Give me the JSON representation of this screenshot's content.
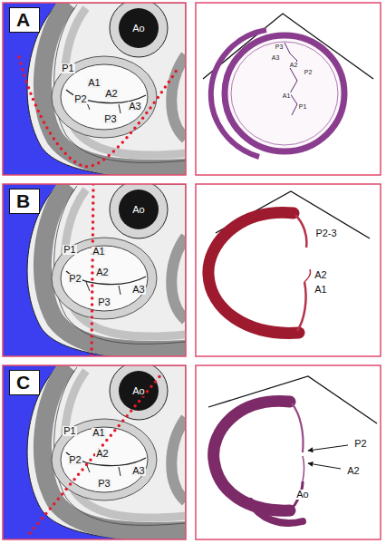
{
  "diagram": {
    "nodes": [
      {
        "text": [
          "A"
        ]
      },
      {
        "text": [
          "B"
        ]
      },
      {
        "text": [
          "C"
        ]
      }
    ],
    "labels": [
      "Ao",
      "P1",
      "A1",
      "A2",
      "P2",
      "A3",
      "P3",
      "P3",
      "A3",
      "A2",
      "P2",
      "A1",
      "P1",
      "Ao",
      "P1",
      "A1",
      "A2",
      "P2",
      "A3",
      "P3",
      "P2-3",
      "A2",
      "A1",
      "Ao",
      "P1",
      "A1",
      "A2",
      "P2",
      "A3",
      "P3",
      "P2",
      "A2",
      "Ao"
    ]
  }
}
